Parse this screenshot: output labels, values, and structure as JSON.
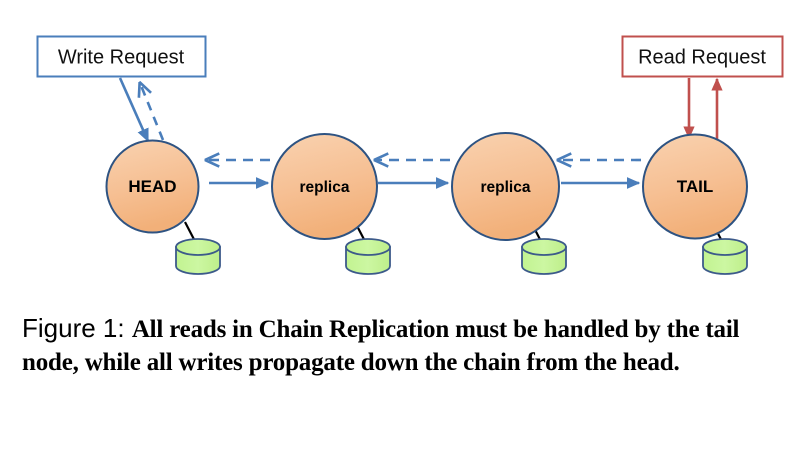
{
  "figure": {
    "caption_number": "Figure 1:",
    "caption_text": "All reads in Chain Replication must be handled by the tail node, while all writes propagate down the chain from the head."
  },
  "diagram": {
    "type": "chain-replication",
    "nodes": [
      {
        "id": "head",
        "label": "HEAD",
        "role": "head",
        "has_storage": true
      },
      {
        "id": "replica1",
        "label": "replica",
        "role": "replica",
        "has_storage": true
      },
      {
        "id": "replica2",
        "label": "replica",
        "role": "replica",
        "has_storage": true
      },
      {
        "id": "tail",
        "label": "TAIL",
        "role": "tail",
        "has_storage": true
      }
    ],
    "callouts": [
      {
        "id": "write-request",
        "label": "Write Request",
        "target": "head",
        "color": "#4A7EBB"
      },
      {
        "id": "read-request",
        "label": "Read Request",
        "target": "tail",
        "color": "#C0504D"
      }
    ],
    "edges": [
      {
        "from": "head",
        "to": "replica1",
        "style": "solid",
        "direction": "forward",
        "meaning": "write-propagation"
      },
      {
        "from": "replica1",
        "to": "replica2",
        "style": "solid",
        "direction": "forward",
        "meaning": "write-propagation"
      },
      {
        "from": "replica2",
        "to": "tail",
        "style": "solid",
        "direction": "forward",
        "meaning": "write-propagation"
      },
      {
        "from": "replica1",
        "to": "head",
        "style": "dashed",
        "direction": "backward",
        "meaning": "acknowledgement"
      },
      {
        "from": "replica2",
        "to": "replica1",
        "style": "dashed",
        "direction": "backward",
        "meaning": "acknowledgement"
      },
      {
        "from": "tail",
        "to": "replica2",
        "style": "dashed",
        "direction": "backward",
        "meaning": "acknowledgement"
      }
    ],
    "colors": {
      "node_fill": "#F7C396",
      "node_stroke": "#2E5382",
      "storage_fill": "#C9F49B",
      "storage_stroke": "#3C5A8A",
      "write_accent": "#4A7EBB",
      "read_accent": "#C0504D",
      "connector": "#000000",
      "background": "#FFFFFF"
    }
  }
}
